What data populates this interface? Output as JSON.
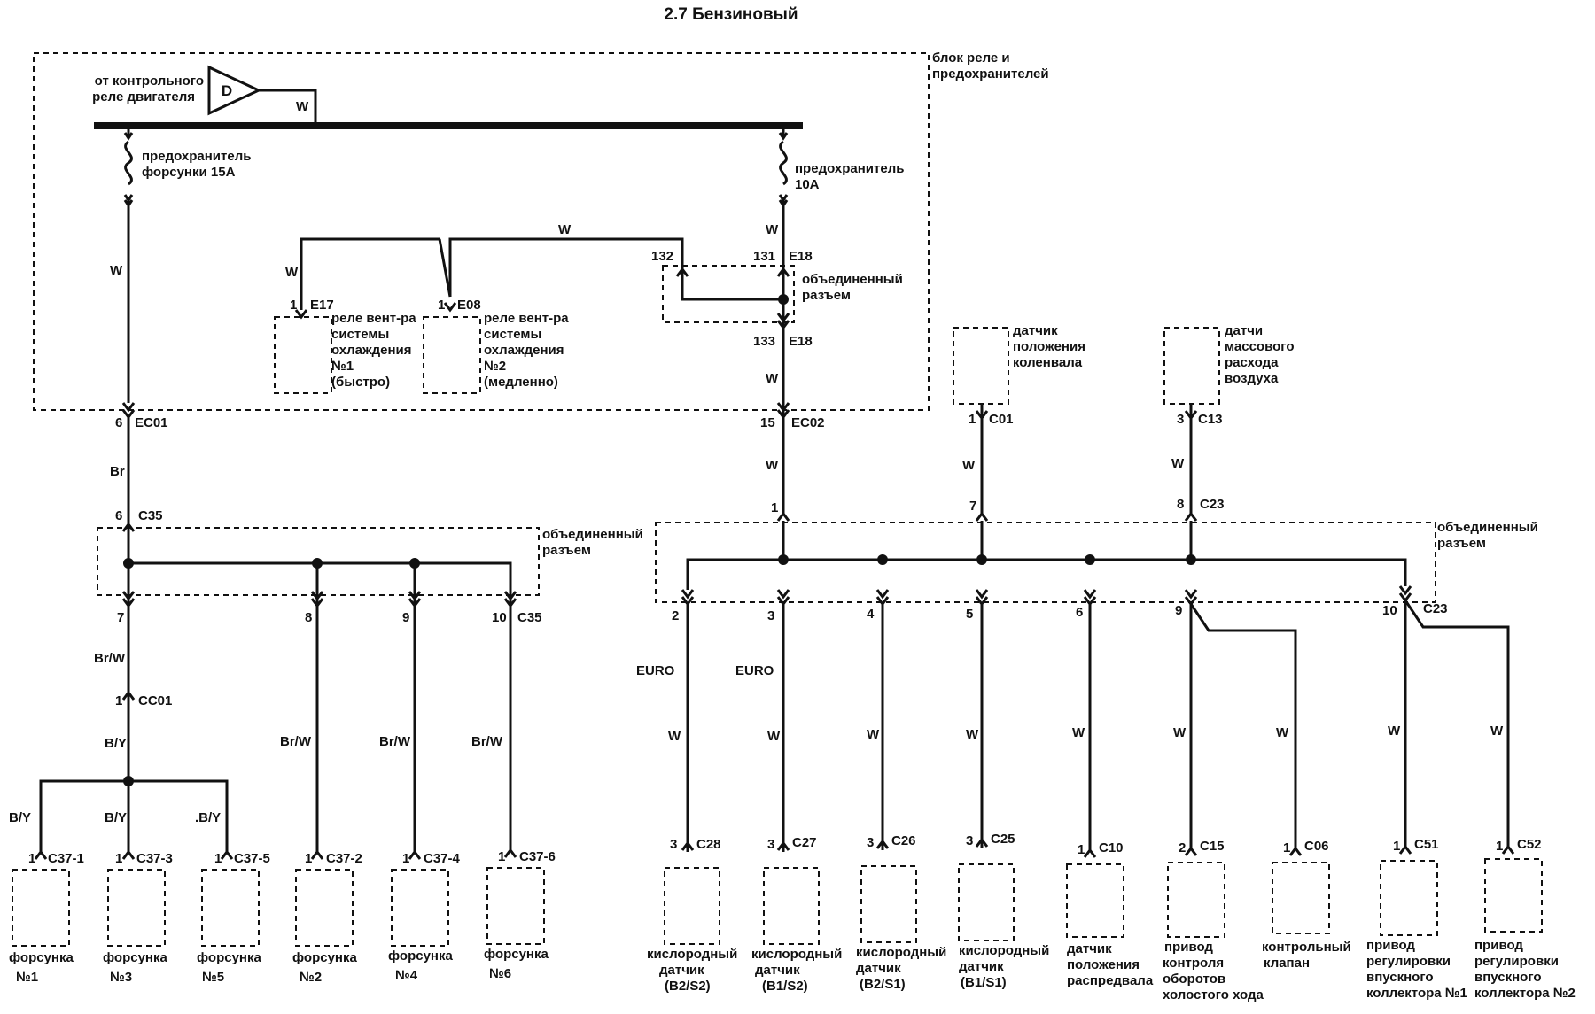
{
  "title": "2.7 Бензиновый",
  "relay_block": {
    "label": [
      "блок реле и",
      "предохранителей"
    ],
    "source": [
      "от контрольного",
      "реле двигателя"
    ],
    "source_symbol": "D",
    "source_wire": "W",
    "fuse_injector": [
      "предохранитель",
      "форсунки 15A"
    ],
    "fuse_10a": [
      "предохранитель",
      "10A"
    ],
    "wire_w": "W",
    "relay1": {
      "pin": "1",
      "conn": "E17",
      "text": [
        "реле вент-ра",
        "системы",
        "охлаждения",
        "№1",
        "(быстро)"
      ]
    },
    "relay2": {
      "pin": "1",
      "conn": "E08",
      "text": [
        "реле вент-ра",
        "системы",
        "охлаждения",
        "№2",
        "(медленно)"
      ]
    },
    "joint": {
      "pin_a": "132",
      "pin_b": "131",
      "conn_top": "E18",
      "pin_c": "133",
      "conn_bottom": "E18",
      "text": [
        "объединенный",
        "разъем"
      ]
    }
  },
  "left": {
    "ec01": {
      "pin": "6",
      "conn": "EC01"
    },
    "wire_br": "Br",
    "c35_in": {
      "pin": "6",
      "conn": "C35"
    },
    "joint_text": [
      "объединенный",
      "разъем"
    ],
    "outputs": [
      {
        "pin": "7",
        "conn": "",
        "wire": "Br/W"
      },
      {
        "pin": "8",
        "conn": "",
        "wire": "Br/W"
      },
      {
        "pin": "9",
        "conn": "",
        "wire": "Br/W"
      },
      {
        "pin": "10",
        "conn": "C35",
        "wire": "Br/W"
      }
    ],
    "cc01": {
      "pin": "1",
      "conn": "CC01"
    },
    "wire_by": "B/Y",
    "injectors": [
      {
        "pin": "1",
        "conn": "C37-1",
        "wire": "B/Y",
        "name": "форсунка",
        "num": "№1"
      },
      {
        "pin": "1",
        "conn": "C37-3",
        "wire": "B/Y",
        "name": "форсунка",
        "num": "№3"
      },
      {
        "pin": "1",
        "conn": "C37-5",
        "wire": ".B/Y",
        "name": "форсунка",
        "num": "№5"
      },
      {
        "pin": "1",
        "conn": "C37-2",
        "wire": "",
        "name": "форсунка",
        "num": "№2"
      },
      {
        "pin": "1",
        "conn": "C37-4",
        "wire": "",
        "name": "форсунка",
        "num": "№4"
      },
      {
        "pin": "1",
        "conn": "C37-6",
        "wire": "",
        "name": "форсунка",
        "num": "№6"
      }
    ]
  },
  "right": {
    "ec02": {
      "pin": "15",
      "conn": "EC02"
    },
    "wire_w": "W",
    "ckp": {
      "pin": "1",
      "conn": "C01",
      "text": [
        "датчик",
        "положения",
        "коленвала"
      ]
    },
    "maf": {
      "pin": "3",
      "conn": "C13",
      "text": [
        "датчи",
        "массового",
        "расхода",
        "воздуха"
      ]
    },
    "c23_in": [
      {
        "pin": "1"
      },
      {
        "pin": "7"
      },
      {
        "pin": "8",
        "conn": "C23"
      }
    ],
    "joint_text": [
      "объединенный",
      "разъем"
    ],
    "outputs": [
      {
        "pin": "2",
        "euro": "EURO",
        "wire": "W",
        "cpin": "3",
        "conn": "C28",
        "text": [
          "кислородный",
          "датчик",
          "(B2/S2)"
        ]
      },
      {
        "pin": "3",
        "euro": "EURO",
        "wire": "W",
        "cpin": "3",
        "conn": "C27",
        "text": [
          "кислородный",
          "датчик",
          "(B1/S2)"
        ]
      },
      {
        "pin": "4",
        "euro": "",
        "wire": "W",
        "cpin": "3",
        "conn": "C26",
        "text": [
          "кислородный",
          "датчик",
          "(B2/S1)"
        ]
      },
      {
        "pin": "5",
        "euro": "",
        "wire": "W",
        "cpin": "3",
        "conn": "C25",
        "text": [
          "кислородный",
          "датчик",
          "(B1/S1)"
        ]
      },
      {
        "pin": "6",
        "euro": "",
        "wire": "W",
        "cpin": "1",
        "conn": "C10",
        "text": [
          "датчик",
          "положения",
          "распредвала"
        ]
      },
      {
        "pin": "9",
        "euro": "",
        "wire": "W",
        "cpin": "2",
        "conn": "C15",
        "text": [
          "привод",
          "контроля",
          "оборотов",
          "холостого хода"
        ]
      },
      {
        "pin": "",
        "euro": "",
        "wire": "W",
        "cpin": "1",
        "conn": "C06",
        "text": [
          "контрольный",
          "клапан"
        ]
      },
      {
        "pin": "10",
        "pin_conn": "C23",
        "euro": "",
        "wire": "W",
        "cpin": "1",
        "conn": "C51",
        "text": [
          "привод",
          "регулировки",
          "впускного",
          "коллектора №1"
        ]
      },
      {
        "pin": "",
        "euro": "",
        "wire": "W",
        "cpin": "1",
        "conn": "C52",
        "text": [
          "привод",
          "регулировки",
          "впускного",
          "коллектора №2"
        ]
      }
    ]
  }
}
